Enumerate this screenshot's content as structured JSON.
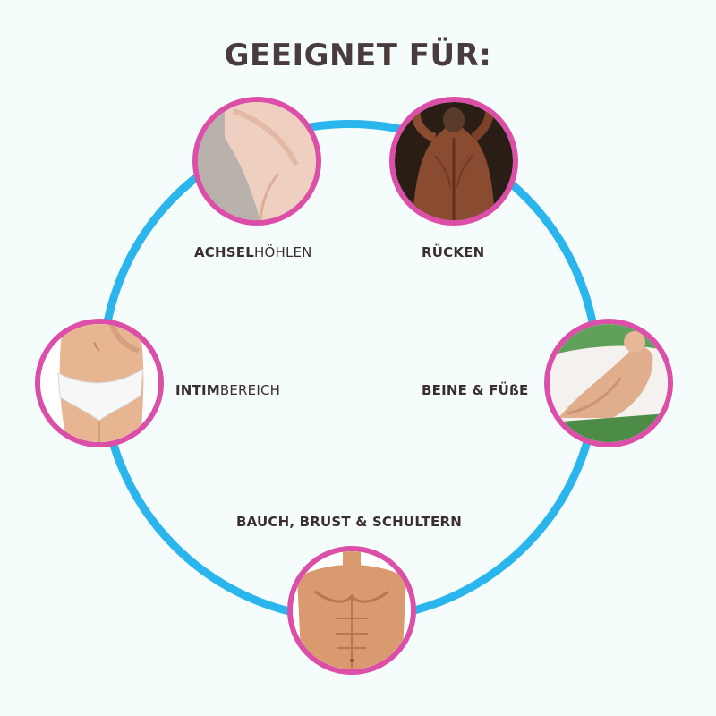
{
  "title": "GEEIGNET FÜR:",
  "colors": {
    "ring": "#2ab6ec",
    "photo_border": "#dc4fa8",
    "text": "#4a3b3d",
    "background": "#f5fcfc"
  },
  "areas": {
    "armpits": {
      "bold": "ACHSEL",
      "regular": "HÖHLEN",
      "image": "armpit-photo"
    },
    "back": {
      "bold": "RÜCKEN",
      "regular": "",
      "image": "back-photo"
    },
    "intimate": {
      "bold": "INTIM",
      "regular": "BEREICH",
      "image": "bikini-area-photo"
    },
    "legs": {
      "bold": "BEINE & FÜßE",
      "regular": "",
      "image": "legs-photo"
    },
    "torso": {
      "bold": "BAUCH, BRUST & SCHULTERN",
      "regular": "",
      "image": "torso-photo"
    }
  }
}
